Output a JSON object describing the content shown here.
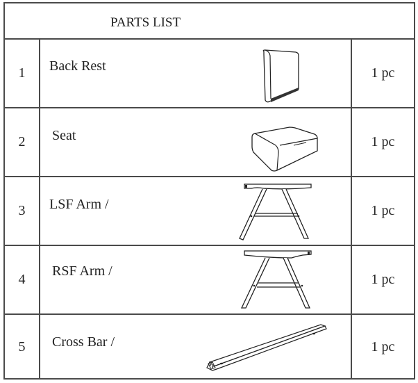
{
  "header": {
    "title": "PARTS LIST"
  },
  "parts": [
    {
      "number": "1",
      "name": "Back Rest",
      "quantity": "1 pc",
      "icon": "back-rest-drawing"
    },
    {
      "number": "2",
      "name": "Seat",
      "quantity": "1 pc",
      "icon": "seat-cushion-drawing"
    },
    {
      "number": "3",
      "name": "LSF Arm /",
      "quantity": "1 pc",
      "icon": "arm-frame-drawing"
    },
    {
      "number": "4",
      "name": "RSF Arm /",
      "quantity": "1 pc",
      "icon": "arm-frame-drawing"
    },
    {
      "number": "5",
      "name": "Cross Bar /",
      "quantity": "1 pc",
      "icon": "cross-bar-drawing"
    }
  ]
}
